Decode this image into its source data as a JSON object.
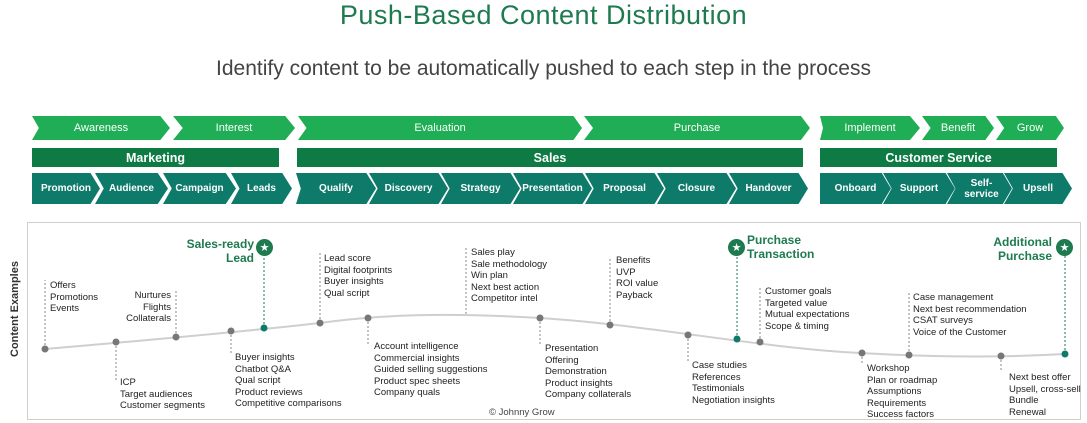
{
  "title": "Push-Based Content Distribution",
  "subtitle": "Identify content to be automatically pushed to each step in the process",
  "stages": [
    "Awareness",
    "Interest",
    "Evaluation",
    "Purchase",
    "Implement",
    "Benefit",
    "Grow"
  ],
  "departments": [
    "Marketing",
    "Sales",
    "Customer Service"
  ],
  "steps": [
    "Promotion",
    "Audience",
    "Campaign",
    "Leads",
    "Qualify",
    "Discovery",
    "Strategy",
    "Presentation",
    "Proposal",
    "Closure",
    "Handover",
    "Onboard",
    "Support",
    "Self-service",
    "Upsell"
  ],
  "side_label": "Content Examples",
  "milestones": {
    "sales_ready": "Sales-ready Lead",
    "purchase": "Purchase Transaction",
    "additional": "Additional Purchase"
  },
  "groups": {
    "g1": [
      "Offers",
      "Promotions",
      "Events"
    ],
    "g2": [
      "ICP",
      "Target audiences",
      "Customer segments"
    ],
    "g3": [
      "Nurtures",
      "Flights",
      "Collaterals"
    ],
    "g4": [
      "Buyer insights",
      "Chatbot Q&A",
      "Qual script",
      "Product reviews",
      "Competitive comparisons"
    ],
    "g5": [
      "Lead score",
      "Digital footprints",
      "Buyer insights",
      "Qual script"
    ],
    "g6": [
      "Account intelligence",
      "Commercial insights",
      "Guided selling suggestions",
      "Product spec sheets",
      "Company quals"
    ],
    "g7": [
      "Sales play",
      "Sale methodology",
      "Win plan",
      "Next best action",
      "Competitor intel"
    ],
    "g8": [
      "Presentation",
      "Offering",
      "Demonstration",
      "Product insights",
      "Company collaterals"
    ],
    "g9": [
      "Benefits",
      "UVP",
      "ROI value",
      "Payback"
    ],
    "g10": [
      "Case studies",
      "References",
      "Testimonials",
      "Negotiation insights"
    ],
    "g11": [
      "Customer goals",
      "Targeted value",
      "Mutual expectations",
      "Scope & timing"
    ],
    "g12": [
      "Workshop",
      "Plan or roadmap",
      "Assumptions",
      "Requirements",
      "Success factors"
    ],
    "g13": [
      "Case management",
      "Next best recommendation",
      "CSAT surveys",
      "Voice of the Customer"
    ],
    "g14": [
      "Next best offer",
      "Upsell, cross-sell",
      "Bundle",
      "Renewal"
    ]
  },
  "copyright": "© Johnny Grow",
  "colors": {
    "stage": "#1fae55",
    "department": "#0e7a44",
    "step": "#0e7a6a",
    "title": "#1e7a4f"
  }
}
